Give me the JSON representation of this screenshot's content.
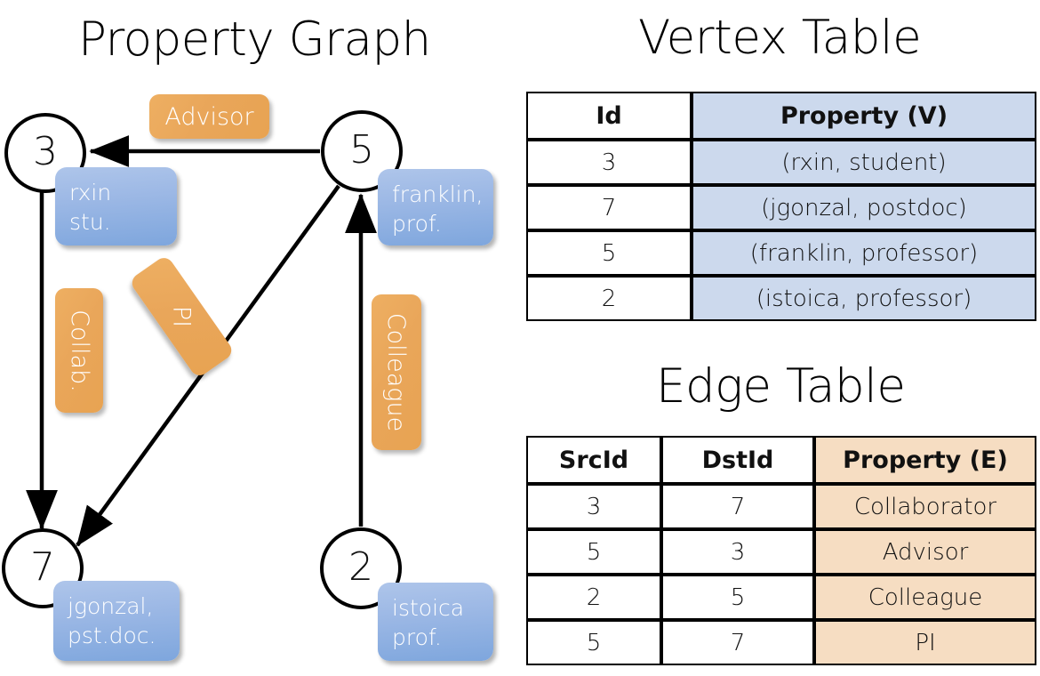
{
  "titles": {
    "property_graph": "Property Graph",
    "vertex_table": "Vertex Table",
    "edge_table": "Edge Table"
  },
  "graph": {
    "nodes": [
      {
        "id": "3",
        "property": "rxin\nstu.",
        "line1": "rxin",
        "line2": "stu."
      },
      {
        "id": "5",
        "property": "franklin,\nprof.",
        "line1": "franklin,",
        "line2": "prof."
      },
      {
        "id": "7",
        "property": "jgonzal,\npst.doc.",
        "line1": "jgonzal,",
        "line2": "pst.doc."
      },
      {
        "id": "2",
        "property": "istoica\nprof.",
        "line1": "istoica",
        "line2": "prof."
      }
    ],
    "edges": [
      {
        "src": "5",
        "dst": "3",
        "label": "Advisor"
      },
      {
        "src": "3",
        "dst": "7",
        "label": "Collab."
      },
      {
        "src": "5",
        "dst": "7",
        "label": "PI"
      },
      {
        "src": "2",
        "dst": "5",
        "label": "Colleague"
      }
    ]
  },
  "vertex_table": {
    "headers": [
      "Id",
      "Property (V)"
    ],
    "rows": [
      {
        "id": "3",
        "property": "(rxin, student)"
      },
      {
        "id": "7",
        "property": "(jgonzal, postdoc)"
      },
      {
        "id": "5",
        "property": "(franklin, professor)"
      },
      {
        "id": "2",
        "property": "(istoica, professor)"
      }
    ]
  },
  "edge_table": {
    "headers": [
      "SrcId",
      "DstId",
      "Property (E)"
    ],
    "rows": [
      {
        "src": "3",
        "dst": "7",
        "property": "Collaborator"
      },
      {
        "src": "5",
        "dst": "3",
        "property": "Advisor"
      },
      {
        "src": "2",
        "dst": "5",
        "property": "Colleague"
      },
      {
        "src": "5",
        "dst": "7",
        "property": "PI"
      }
    ]
  },
  "colors": {
    "vertex_property_bg": "#ccd9ed",
    "edge_property_bg": "#f6ddc2",
    "node_box_blue": "#7ea6dd",
    "edge_label_orange": "#e9a65a",
    "stroke": "#000000"
  }
}
